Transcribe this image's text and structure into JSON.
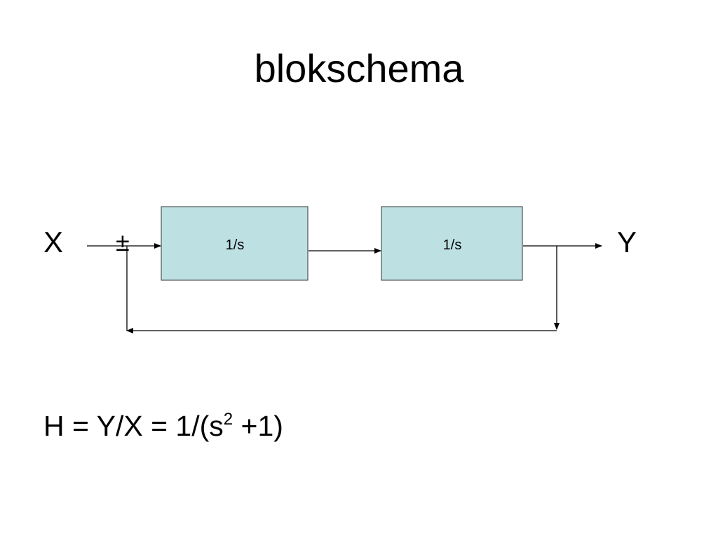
{
  "title": "blokschema",
  "diagram": {
    "input_label": "X",
    "output_label": "Y",
    "sum_sign": "±",
    "blocks": [
      {
        "label": "1/s"
      },
      {
        "label": "1/s"
      }
    ],
    "block_fill": "#bde0e3"
  },
  "formula": {
    "main": "H = Y/X = 1/(s",
    "exponent": "2",
    "tail": " +1)"
  }
}
